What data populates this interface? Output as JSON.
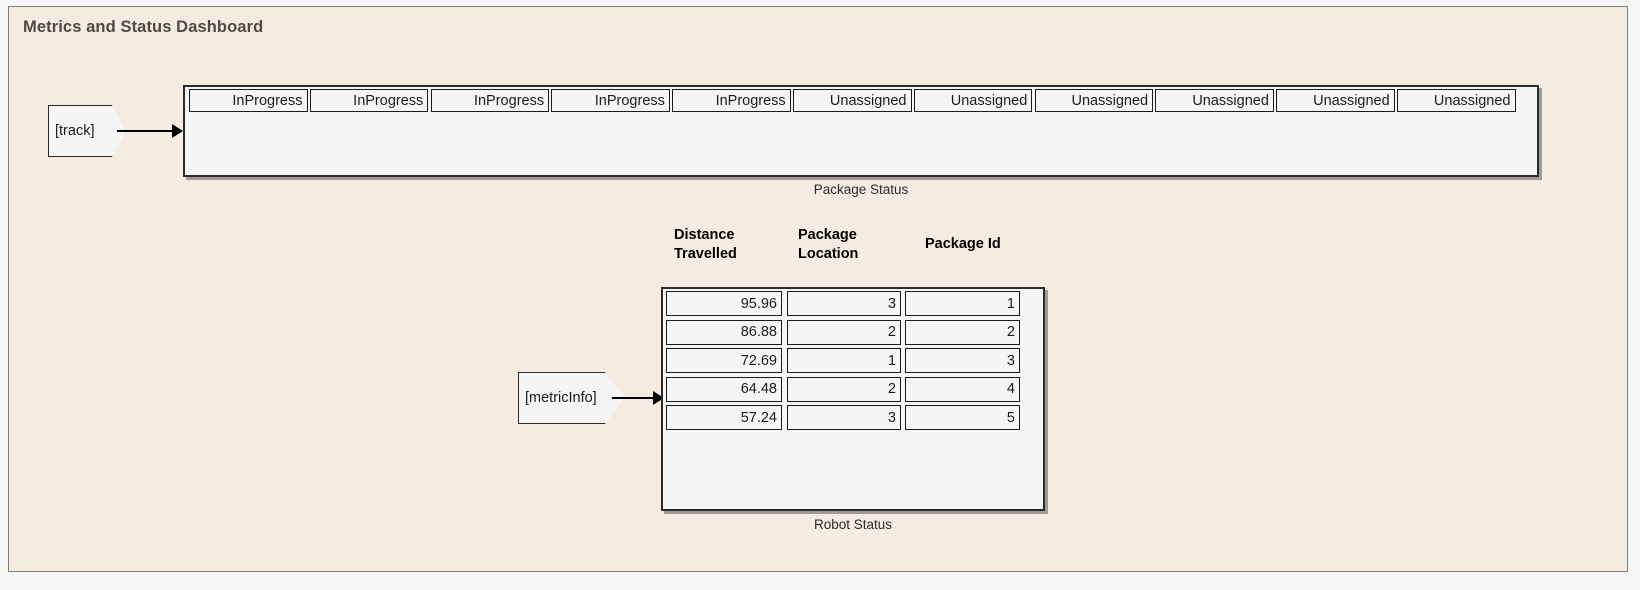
{
  "dashboard": {
    "title": "Metrics and Status Dashboard",
    "background_color": "#f4ece0",
    "border_color": "#807f79",
    "panel_background": "#f5f5f5",
    "panel_border_color": "#2b2b2b",
    "title_color": "#4d4a45"
  },
  "package_status": {
    "caption": "Package Status",
    "signal_label": "[track]",
    "cells": [
      "InProgress",
      "InProgress",
      "InProgress",
      "InProgress",
      "InProgress",
      "Unassigned",
      "Unassigned",
      "Unassigned",
      "Unassigned",
      "Unassigned",
      "Unassigned"
    ]
  },
  "robot_status": {
    "caption": "Robot Status",
    "signal_label": "[metricInfo]",
    "columns": [
      "Distance\nTravelled",
      "Package\nLocation",
      "Package Id"
    ],
    "rows": [
      {
        "distance_travelled": "95.96",
        "package_location": "3",
        "package_id": "1"
      },
      {
        "distance_travelled": "86.88",
        "package_location": "2",
        "package_id": "2"
      },
      {
        "distance_travelled": "72.69",
        "package_location": "1",
        "package_id": "3"
      },
      {
        "distance_travelled": "64.48",
        "package_location": "2",
        "package_id": "4"
      },
      {
        "distance_travelled": "57.24",
        "package_location": "3",
        "package_id": "5"
      }
    ]
  }
}
